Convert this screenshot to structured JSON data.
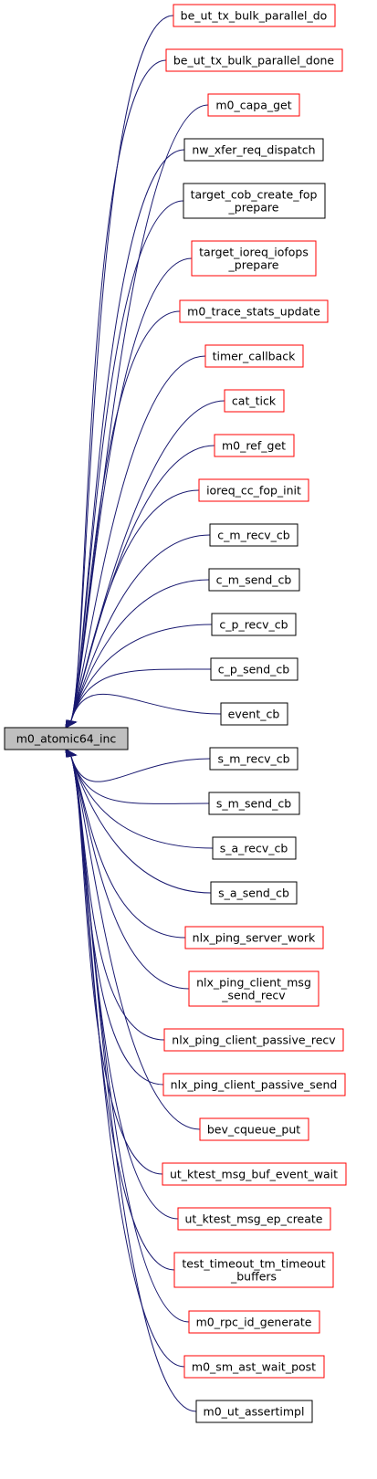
{
  "diagram": {
    "type": "caller-graph",
    "colors": {
      "edge": "#191970",
      "root_fill": "#bfbfbf",
      "root_border": "#000000",
      "linked_border": "#ff0000",
      "plain_border": "#000000",
      "background": "#ffffff"
    },
    "root": {
      "label": "m0_atomic64_inc"
    },
    "nodes": [
      {
        "lines": [
          "be_ut_tx_bulk_parallel_do"
        ],
        "border": "red"
      },
      {
        "lines": [
          "be_ut_tx_bulk_parallel_done"
        ],
        "border": "red"
      },
      {
        "lines": [
          "m0_capa_get"
        ],
        "border": "red"
      },
      {
        "lines": [
          "nw_xfer_req_dispatch"
        ],
        "border": "black"
      },
      {
        "lines": [
          "target_cob_create_fop",
          "_prepare"
        ],
        "border": "black"
      },
      {
        "lines": [
          "target_ioreq_iofops",
          "_prepare"
        ],
        "border": "red"
      },
      {
        "lines": [
          "m0_trace_stats_update"
        ],
        "border": "red"
      },
      {
        "lines": [
          "timer_callback"
        ],
        "border": "red"
      },
      {
        "lines": [
          "cat_tick"
        ],
        "border": "red"
      },
      {
        "lines": [
          "m0_ref_get"
        ],
        "border": "red"
      },
      {
        "lines": [
          "ioreq_cc_fop_init"
        ],
        "border": "red"
      },
      {
        "lines": [
          "c_m_recv_cb"
        ],
        "border": "black"
      },
      {
        "lines": [
          "c_m_send_cb"
        ],
        "border": "black"
      },
      {
        "lines": [
          "c_p_recv_cb"
        ],
        "border": "black"
      },
      {
        "lines": [
          "c_p_send_cb"
        ],
        "border": "black"
      },
      {
        "lines": [
          "event_cb"
        ],
        "border": "black"
      },
      {
        "lines": [
          "s_m_recv_cb"
        ],
        "border": "black"
      },
      {
        "lines": [
          "s_m_send_cb"
        ],
        "border": "black"
      },
      {
        "lines": [
          "s_a_recv_cb"
        ],
        "border": "black"
      },
      {
        "lines": [
          "s_a_send_cb"
        ],
        "border": "black"
      },
      {
        "lines": [
          "nlx_ping_server_work"
        ],
        "border": "red"
      },
      {
        "lines": [
          "nlx_ping_client_msg",
          "_send_recv"
        ],
        "border": "red"
      },
      {
        "lines": [
          "nlx_ping_client_passive_recv"
        ],
        "border": "red"
      },
      {
        "lines": [
          "nlx_ping_client_passive_send"
        ],
        "border": "red"
      },
      {
        "lines": [
          "bev_cqueue_put"
        ],
        "border": "red"
      },
      {
        "lines": [
          "ut_ktest_msg_buf_event_wait"
        ],
        "border": "red"
      },
      {
        "lines": [
          "ut_ktest_msg_ep_create"
        ],
        "border": "red"
      },
      {
        "lines": [
          "test_timeout_tm_timeout",
          "_buffers"
        ],
        "border": "red"
      },
      {
        "lines": [
          "m0_rpc_id_generate"
        ],
        "border": "red"
      },
      {
        "lines": [
          "m0_sm_ast_wait_post"
        ],
        "border": "red"
      },
      {
        "lines": [
          "m0_ut_assertimpl"
        ],
        "border": "black"
      }
    ]
  }
}
